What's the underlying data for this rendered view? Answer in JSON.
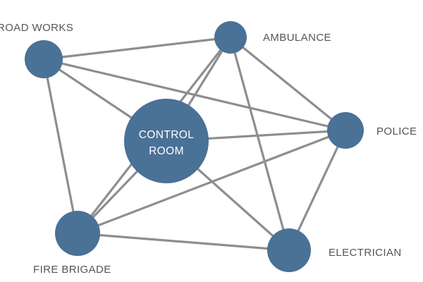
{
  "colors": {
    "node": "#4a7196",
    "edge": "#8e8e8e",
    "label": "#555555",
    "center_label": "#ffffff"
  },
  "nodes": [
    {
      "id": "road-works",
      "label": "ROAD WORKS"
    },
    {
      "id": "ambulance",
      "label": "AMBULANCE"
    },
    {
      "id": "police",
      "label": "POLICE"
    },
    {
      "id": "electrician",
      "label": "ELECTRICIAN"
    },
    {
      "id": "fire-brigade",
      "label": "FIRE BRIGADE"
    },
    {
      "id": "control-room",
      "label_lines": [
        "CONTROL",
        "ROOM"
      ]
    }
  ],
  "edges": [
    [
      "road-works",
      "ambulance"
    ],
    [
      "road-works",
      "police"
    ],
    [
      "road-works",
      "control-room"
    ],
    [
      "road-works",
      "fire-brigade"
    ],
    [
      "ambulance",
      "control-room"
    ],
    [
      "ambulance",
      "police"
    ],
    [
      "ambulance",
      "electrician"
    ],
    [
      "ambulance",
      "fire-brigade"
    ],
    [
      "police",
      "control-room"
    ],
    [
      "police",
      "fire-brigade"
    ],
    [
      "police",
      "electrician"
    ],
    [
      "control-room",
      "fire-brigade"
    ],
    [
      "control-room",
      "electrician"
    ],
    [
      "fire-brigade",
      "electrician"
    ]
  ]
}
